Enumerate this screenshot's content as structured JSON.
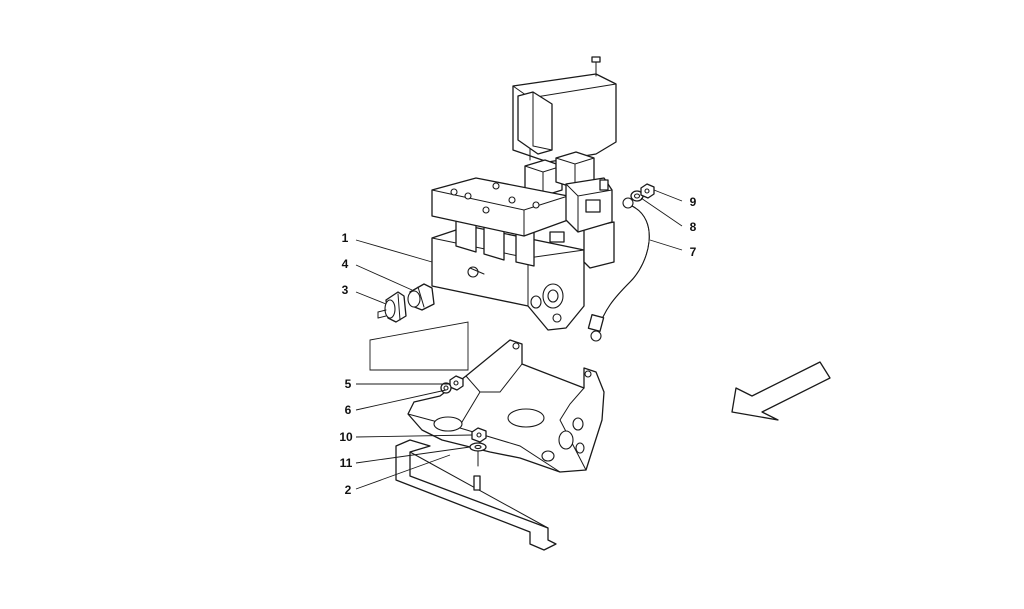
{
  "callouts": [
    {
      "id": "1",
      "label": "1"
    },
    {
      "id": "2",
      "label": "2"
    },
    {
      "id": "3",
      "label": "3"
    },
    {
      "id": "4",
      "label": "4"
    },
    {
      "id": "5",
      "label": "5"
    },
    {
      "id": "6",
      "label": "6"
    },
    {
      "id": "7",
      "label": "7"
    },
    {
      "id": "8",
      "label": "8"
    },
    {
      "id": "9",
      "label": "9"
    },
    {
      "id": "10",
      "label": "10"
    },
    {
      "id": "11",
      "label": "11"
    }
  ],
  "colors": {
    "line": "#1a1a1a",
    "background": "#ffffff"
  },
  "icons": {
    "direction_arrow": "arrow-down-left-icon"
  }
}
